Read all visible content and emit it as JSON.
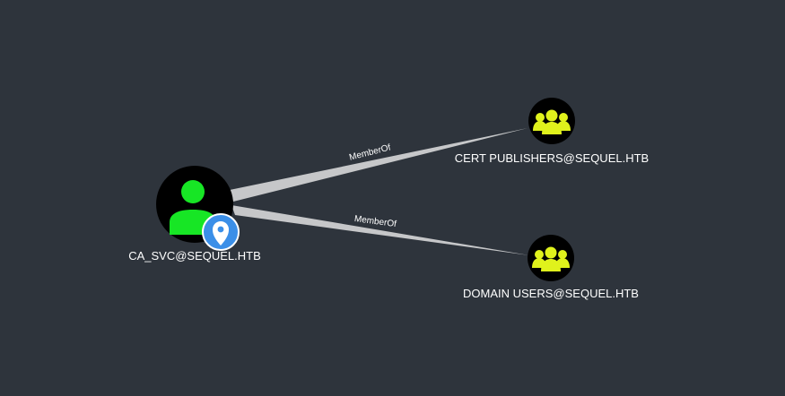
{
  "colors": {
    "background": "#2e343c",
    "node_fill": "#000000",
    "user_icon": "#17e625",
    "group_icon": "#e0f21c",
    "edge": "#c6c7c9",
    "owned_marker": "#3b8fe8",
    "label_text": "#ffffff"
  },
  "nodes": {
    "user": {
      "label": "CA_SVC@SEQUEL.HTB",
      "icon": "user-icon",
      "marker_icon": "location-pin-icon"
    },
    "group1": {
      "label": "CERT PUBLISHERS@SEQUEL.HTB",
      "icon": "group-icon"
    },
    "group2": {
      "label": "DOMAIN USERS@SEQUEL.HTB",
      "icon": "group-icon"
    }
  },
  "edges": {
    "edge1": {
      "label": "MemberOf"
    },
    "edge2": {
      "label": "MemberOf"
    }
  }
}
